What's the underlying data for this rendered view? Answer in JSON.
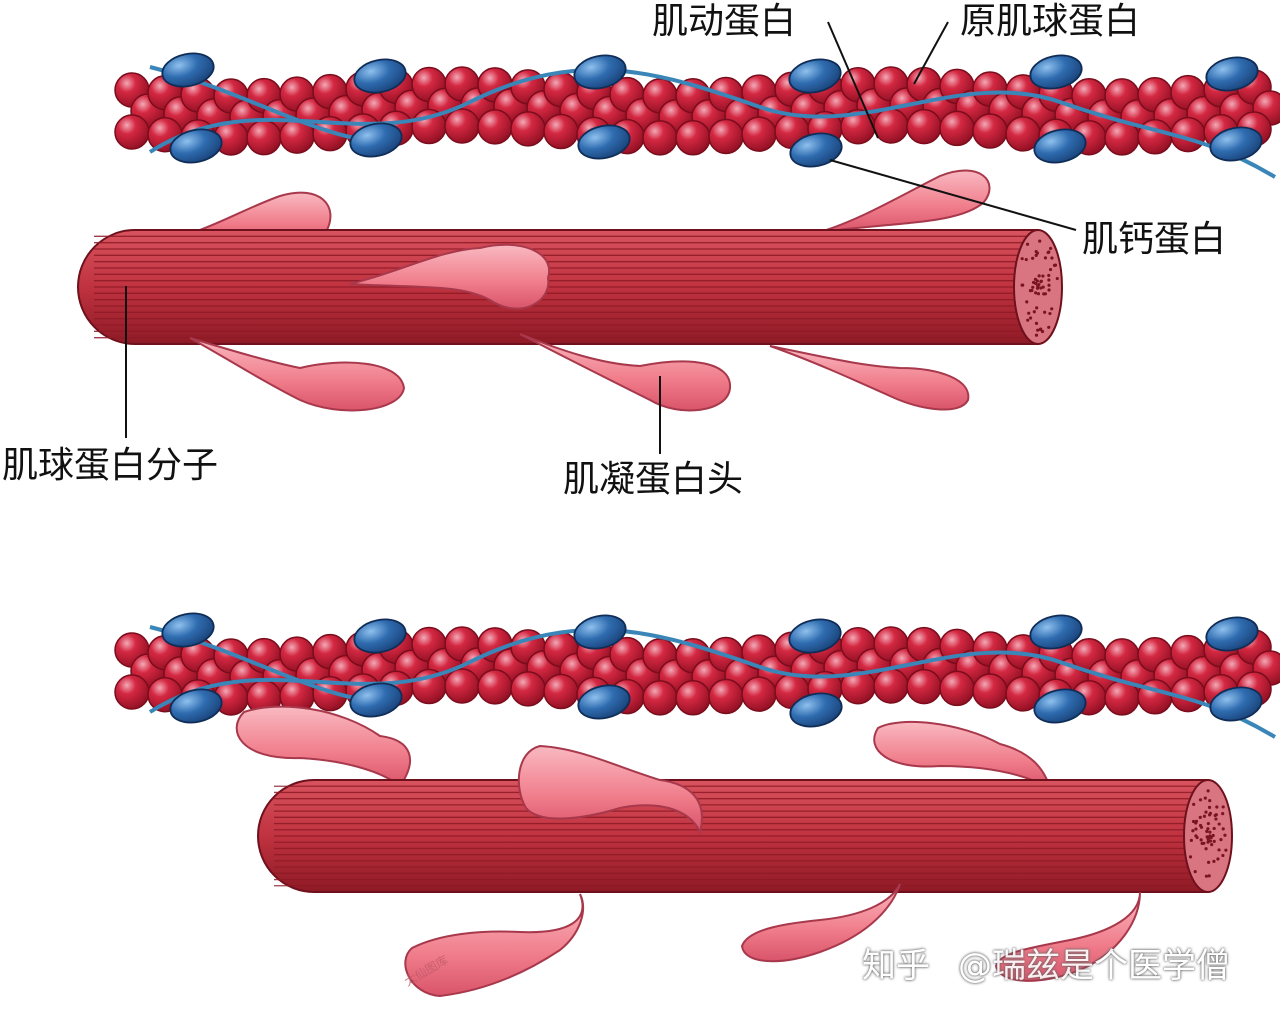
{
  "labels": {
    "actin": "肌动蛋白",
    "tropomyosin": "原肌球蛋白",
    "troponin": "肌钙蛋白",
    "myosin_molecule": "肌球蛋白分子",
    "myosin_head": "肌凝蛋白头"
  },
  "watermark": {
    "site": "知乎",
    "author": "@瑞兹是个医学僧",
    "stamp": "太仙图库"
  },
  "colors": {
    "actin_bead": "#c21a35",
    "actin_highlight": "#f6c7cf",
    "troponin": "#2f6cb0",
    "tropomyosin_line": "#3a86b8",
    "myosin_body": "#c0323f",
    "myosin_stripe": "#8e1a26",
    "myosin_head": "#f07c8a",
    "myosin_head_light": "#f9b9c1"
  }
}
